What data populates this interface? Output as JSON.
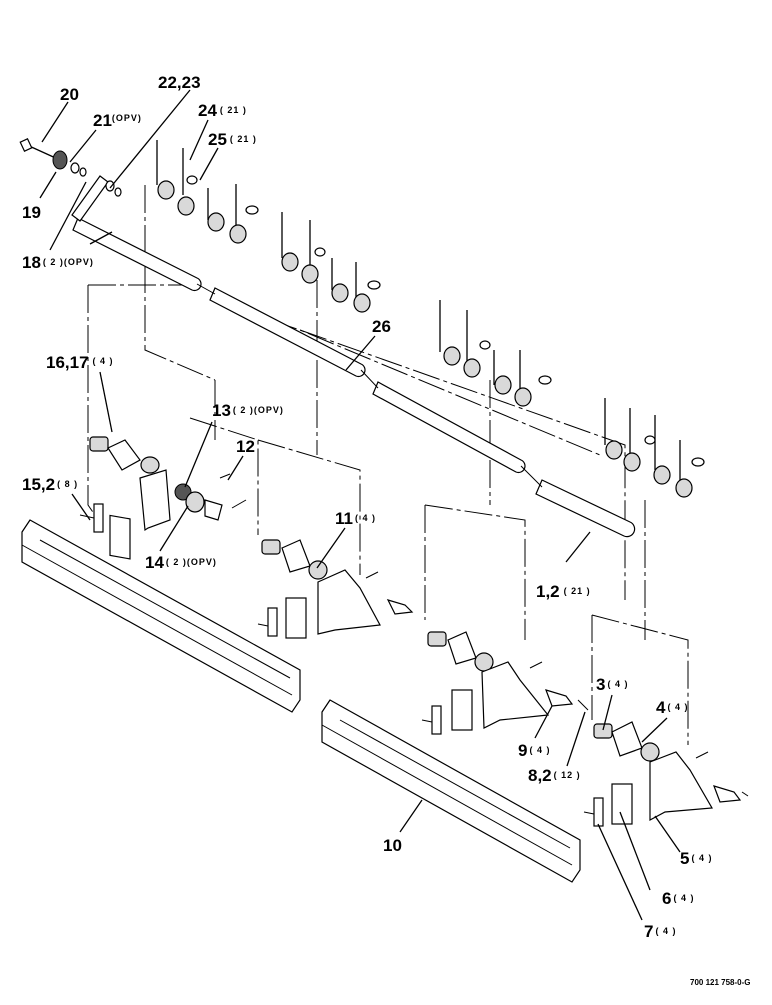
{
  "callouts": [
    {
      "id": "c20",
      "num": "20",
      "qty": ""
    },
    {
      "id": "c21",
      "num": "21",
      "qty": "(OPV)"
    },
    {
      "id": "c22",
      "num": "22,23",
      "qty": ""
    },
    {
      "id": "c24",
      "num": "24",
      "qty": "( 21 )"
    },
    {
      "id": "c25",
      "num": "25",
      "qty": "( 21 )"
    },
    {
      "id": "c19",
      "num": "19",
      "qty": ""
    },
    {
      "id": "c18",
      "num": "18",
      "qty": "( 2 )(OPV)"
    },
    {
      "id": "c26",
      "num": "26",
      "qty": ""
    },
    {
      "id": "c16",
      "num": "16,17",
      "qty": "( 4 )"
    },
    {
      "id": "c13",
      "num": "13",
      "qty": "( 2 )(OPV)"
    },
    {
      "id": "c12",
      "num": "12",
      "qty": ""
    },
    {
      "id": "c15",
      "num": "15,2",
      "qty": "( 8 )"
    },
    {
      "id": "c14",
      "num": "14",
      "qty": "( 2 )(OPV)"
    },
    {
      "id": "c11",
      "num": "11",
      "qty": "( 4 )"
    },
    {
      "id": "c1",
      "num": "1,2",
      "qty": "( 21 )"
    },
    {
      "id": "c3",
      "num": "3",
      "qty": "( 4 )"
    },
    {
      "id": "c4",
      "num": "4",
      "qty": "( 4 )"
    },
    {
      "id": "c9",
      "num": "9",
      "qty": "( 4 )"
    },
    {
      "id": "c8",
      "num": "8,2",
      "qty": "( 12 )"
    },
    {
      "id": "c10",
      "num": "10",
      "qty": ""
    },
    {
      "id": "c5",
      "num": "5",
      "qty": "( 4 )"
    },
    {
      "id": "c6",
      "num": "6",
      "qty": "( 4 )"
    },
    {
      "id": "c7",
      "num": "7",
      "qty": "( 4 )"
    }
  ],
  "figure_code": "700 121 758-0-G"
}
